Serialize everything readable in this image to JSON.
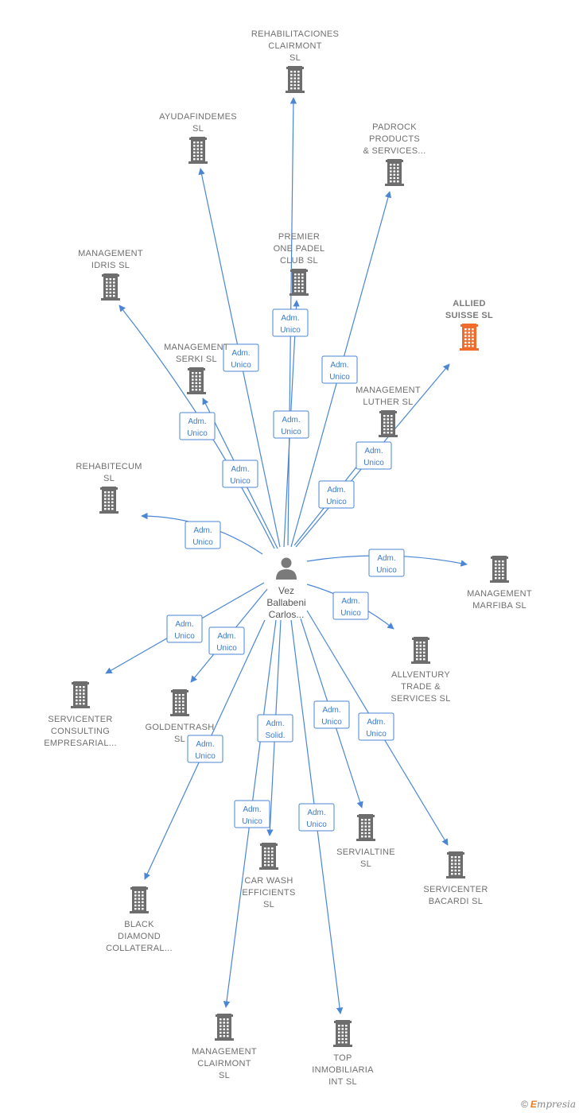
{
  "center": {
    "label_lines": [
      "Vez",
      "Ballabeni",
      "Carlos..."
    ]
  },
  "colors": {
    "edge": "#4a86d4",
    "building": "#6d6d6d",
    "highlight": "#f06b2c"
  },
  "nodes": [
    {
      "id": "rehabilitaciones",
      "label_lines": [
        "REHABILITACIONES",
        "CLAIRMONT",
        "SL"
      ],
      "highlight": false
    },
    {
      "id": "ayudafindemes",
      "label_lines": [
        "AYUDAFINDEMES",
        "SL"
      ],
      "highlight": false
    },
    {
      "id": "padrock",
      "label_lines": [
        "PADROCK",
        "PRODUCTS",
        "& SERVICES..."
      ],
      "highlight": false
    },
    {
      "id": "premier",
      "label_lines": [
        "PREMIER",
        "ONE PADEL",
        "CLUB SL"
      ],
      "highlight": false
    },
    {
      "id": "management-idris",
      "label_lines": [
        "MANAGEMENT",
        "IDRIS SL"
      ],
      "highlight": false
    },
    {
      "id": "allied-suisse",
      "label_lines": [
        "ALLIED",
        "SUISSE SL"
      ],
      "highlight": true
    },
    {
      "id": "management-serki",
      "label_lines": [
        "MANAGEMENT",
        "SERKI SL"
      ],
      "highlight": false
    },
    {
      "id": "management-luther",
      "label_lines": [
        "MANAGEMENT",
        "LUTHER SL"
      ],
      "highlight": false
    },
    {
      "id": "rehabitecum",
      "label_lines": [
        "REHABITECUM",
        "SL"
      ],
      "highlight": false
    },
    {
      "id": "management-marfiba",
      "label_lines": [
        "MANAGEMENT",
        "MARFIBA SL"
      ],
      "highlight": false
    },
    {
      "id": "allventury",
      "label_lines": [
        "ALLVENTURY",
        "TRADE &",
        "SERVICES SL"
      ],
      "highlight": false
    },
    {
      "id": "servicenter-consulting",
      "label_lines": [
        "SERVICENTER",
        "CONSULTING",
        "EMPRESARIAL..."
      ],
      "highlight": false
    },
    {
      "id": "goldentrash",
      "label_lines": [
        "GOLDENTRASH",
        "SL"
      ],
      "highlight": false
    },
    {
      "id": "servialtine",
      "label_lines": [
        "SERVIALTINE",
        "SL"
      ],
      "highlight": false
    },
    {
      "id": "servicenter-bacardi",
      "label_lines": [
        "SERVICENTER",
        "BACARDI SL"
      ],
      "highlight": false
    },
    {
      "id": "car-wash",
      "label_lines": [
        "CAR WASH",
        "EFFICIENTS",
        "SL"
      ],
      "highlight": false
    },
    {
      "id": "black-diamond",
      "label_lines": [
        "BLACK",
        "DIAMOND",
        "COLLATERAL..."
      ],
      "highlight": false
    },
    {
      "id": "management-clairmont",
      "label_lines": [
        "MANAGEMENT",
        "CLAIRMONT",
        "SL"
      ],
      "highlight": false
    },
    {
      "id": "top-inmobiliaria",
      "label_lines": [
        "TOP",
        "INMOBILIARIA",
        "INT SL"
      ],
      "highlight": false
    }
  ],
  "edges": [
    {
      "target": "rehabilitaciones",
      "role_lines": [
        "Adm.",
        "Unico"
      ]
    },
    {
      "target": "ayudafindemes",
      "role_lines": [
        "Adm.",
        "Unico"
      ]
    },
    {
      "target": "padrock",
      "role_lines": [
        "Adm.",
        "Unico"
      ]
    },
    {
      "target": "premier",
      "role_lines": [
        "Adm.",
        "Unico"
      ]
    },
    {
      "target": "management-idris",
      "role_lines": [
        "Adm.",
        "Unico"
      ]
    },
    {
      "target": "allied-suisse",
      "role_lines": [
        "Adm.",
        "Unico"
      ]
    },
    {
      "target": "management-serki",
      "role_lines": [
        "Adm.",
        "Unico"
      ]
    },
    {
      "target": "management-luther",
      "role_lines": [
        "Adm.",
        "Unico"
      ]
    },
    {
      "target": "rehabitecum",
      "role_lines": [
        "Adm.",
        "Unico"
      ]
    },
    {
      "target": "management-marfiba",
      "role_lines": [
        "Adm.",
        "Unico"
      ]
    },
    {
      "target": "allventury",
      "role_lines": [
        "Adm.",
        "Unico"
      ]
    },
    {
      "target": "servicenter-consulting",
      "role_lines": [
        "Adm.",
        "Unico"
      ]
    },
    {
      "target": "goldentrash",
      "role_lines": [
        "Adm.",
        "Unico"
      ]
    },
    {
      "target": "servialtine",
      "role_lines": [
        "Adm.",
        "Unico"
      ]
    },
    {
      "target": "servicenter-bacardi",
      "role_lines": [
        "Adm.",
        "Unico"
      ]
    },
    {
      "target": "car-wash",
      "role_lines": [
        "Adm.",
        "Solid."
      ]
    },
    {
      "target": "black-diamond",
      "role_lines": [
        "Adm.",
        "Unico"
      ]
    },
    {
      "target": "management-clairmont",
      "role_lines": [
        "Adm.",
        "Unico"
      ]
    },
    {
      "target": "top-inmobiliaria",
      "role_lines": [
        "Adm.",
        "Unico"
      ]
    }
  ],
  "brand": {
    "copyright": "©",
    "initial": "E",
    "rest": "mpresia"
  }
}
